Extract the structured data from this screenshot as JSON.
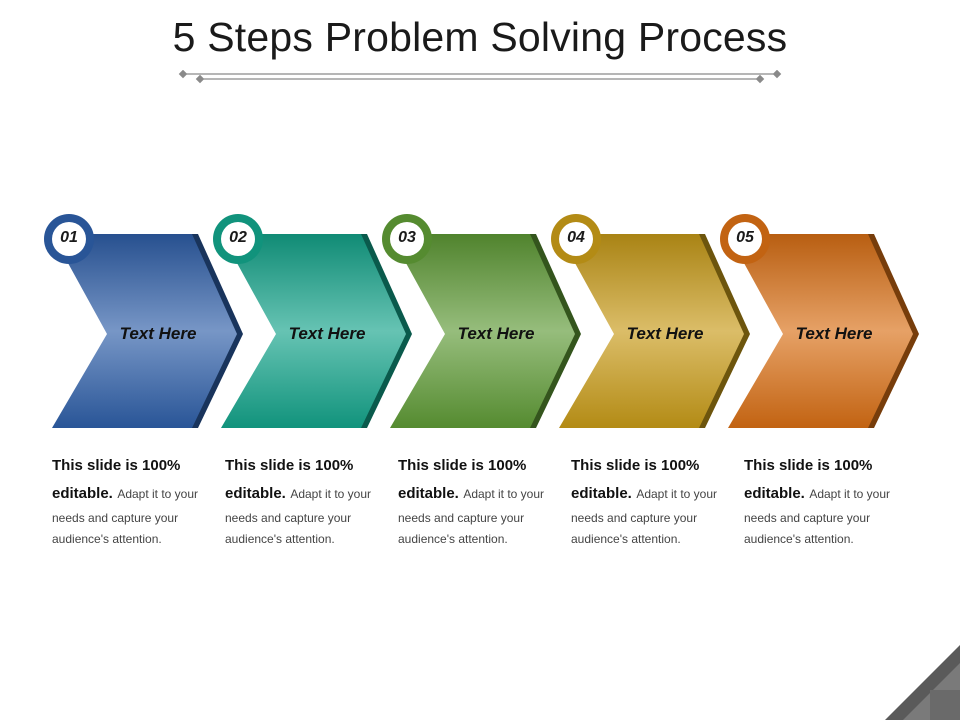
{
  "title": "5 Steps Problem Solving Process",
  "steps": [
    {
      "number": "01",
      "label": "Text Here",
      "desc_lead": "This slide is 100% editable.",
      "desc_body": "Adapt it to your needs and capture your audience's attention.",
      "color": "#2e5ea8"
    },
    {
      "number": "02",
      "label": "Text Here",
      "desc_lead": "This slide is 100% editable.",
      "desc_body": "Adapt it to your needs and capture your audience's attention.",
      "color": "#13a38a"
    },
    {
      "number": "03",
      "label": "Text Here",
      "desc_lead": "This slide is 100% editable.",
      "desc_body": "Adapt it to your needs and capture your audience's attention.",
      "color": "#5e9a35"
    },
    {
      "number": "04",
      "label": "Text Here",
      "desc_lead": "This slide is 100% editable.",
      "desc_body": "Adapt it to your needs and capture your audience's attention.",
      "color": "#c79a17"
    },
    {
      "number": "05",
      "label": "Text Here",
      "desc_lead": "This slide is 100% editable.",
      "desc_body": "Adapt it to your needs and capture your audience's attention.",
      "color": "#d86e14"
    }
  ]
}
